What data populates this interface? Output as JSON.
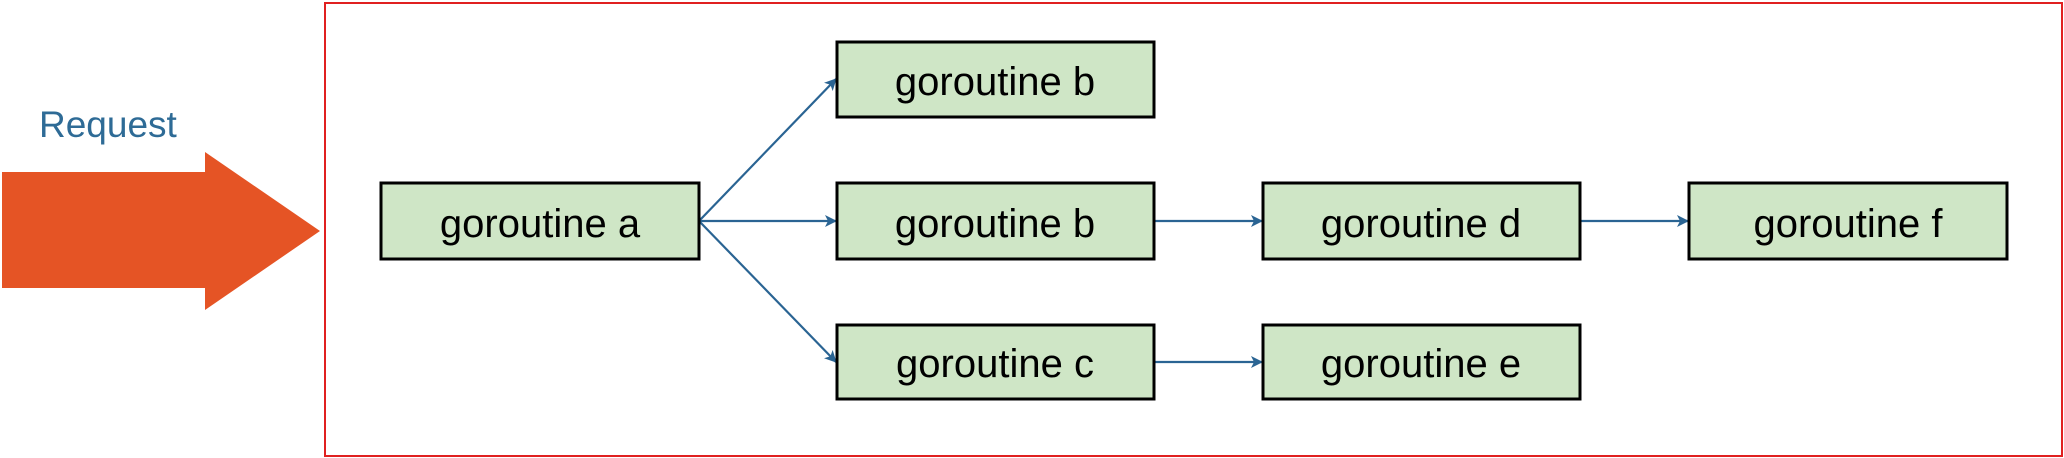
{
  "diagram": {
    "request_label": "Request",
    "nodes": {
      "a": "goroutine a",
      "b1": "goroutine b",
      "b2": "goroutine b",
      "c": "goroutine c",
      "d": "goroutine d",
      "e": "goroutine e",
      "f": "goroutine f"
    },
    "colors": {
      "arrow_fill": "#e55425",
      "request_text": "#2e6b96",
      "frame_border": "#e02020",
      "node_fill": "#cfe6c6",
      "node_border": "#000000",
      "edge": "#2a6493"
    }
  }
}
